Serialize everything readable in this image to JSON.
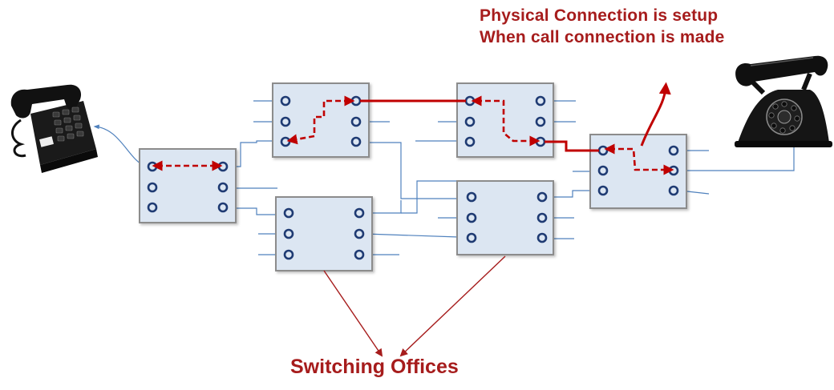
{
  "annotations": {
    "physical_line1": "Physical Connection is setup",
    "physical_line2": "When call connection is made",
    "offices_label": "Switching Offices"
  },
  "nodes": {
    "left_phone": "desk-telephone-icon",
    "right_phone": "rotary-telephone-icon",
    "switches": [
      "switching-office-a",
      "switching-office-b",
      "switching-office-c",
      "switching-office-d",
      "switching-office-e",
      "switching-office-f"
    ]
  },
  "colors": {
    "box_fill": "#dce6f2",
    "box_stroke": "#8c8c8c",
    "port": "#1f3b73",
    "wire": "#4f81bd",
    "path": "#c00000",
    "label": "#a61c1c"
  }
}
